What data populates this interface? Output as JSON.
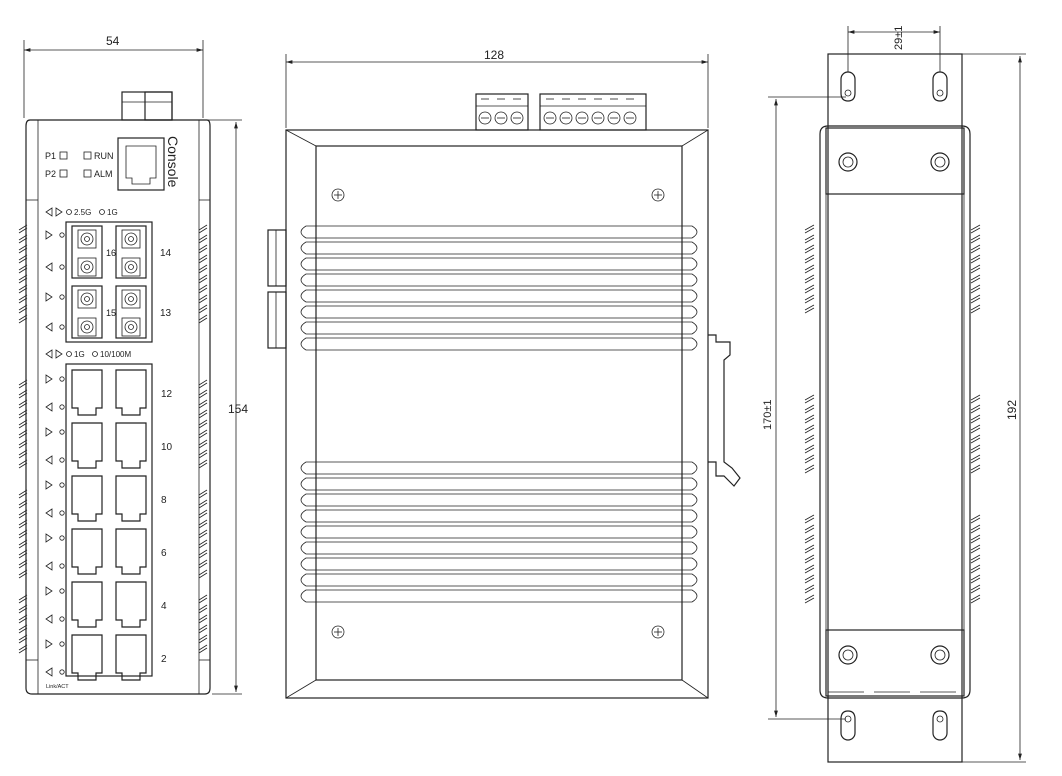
{
  "dimensions": {
    "front_width": "54",
    "front_height": "154",
    "side_width": "128",
    "rear_hole_spacing": "29±1",
    "rear_hole_vertical": "170±1",
    "rear_height": "192"
  },
  "front_panel": {
    "leds": {
      "p1": "P1",
      "p2": "P2",
      "run": "RUN",
      "alm": "ALM"
    },
    "console": "Console",
    "sfp_legend_speed_a": "2.5G",
    "sfp_legend_speed_b": "1G",
    "rj45_legend_speed_a": "1G",
    "rj45_legend_speed_b": "10/100M",
    "sfp_ports": {
      "port_16": "16",
      "port_15": "15",
      "port_14": "14",
      "port_13": "13"
    },
    "rj45_ports": [
      "12",
      "10",
      "8",
      "6",
      "4",
      "2"
    ],
    "link_act": "Link/ACT"
  }
}
